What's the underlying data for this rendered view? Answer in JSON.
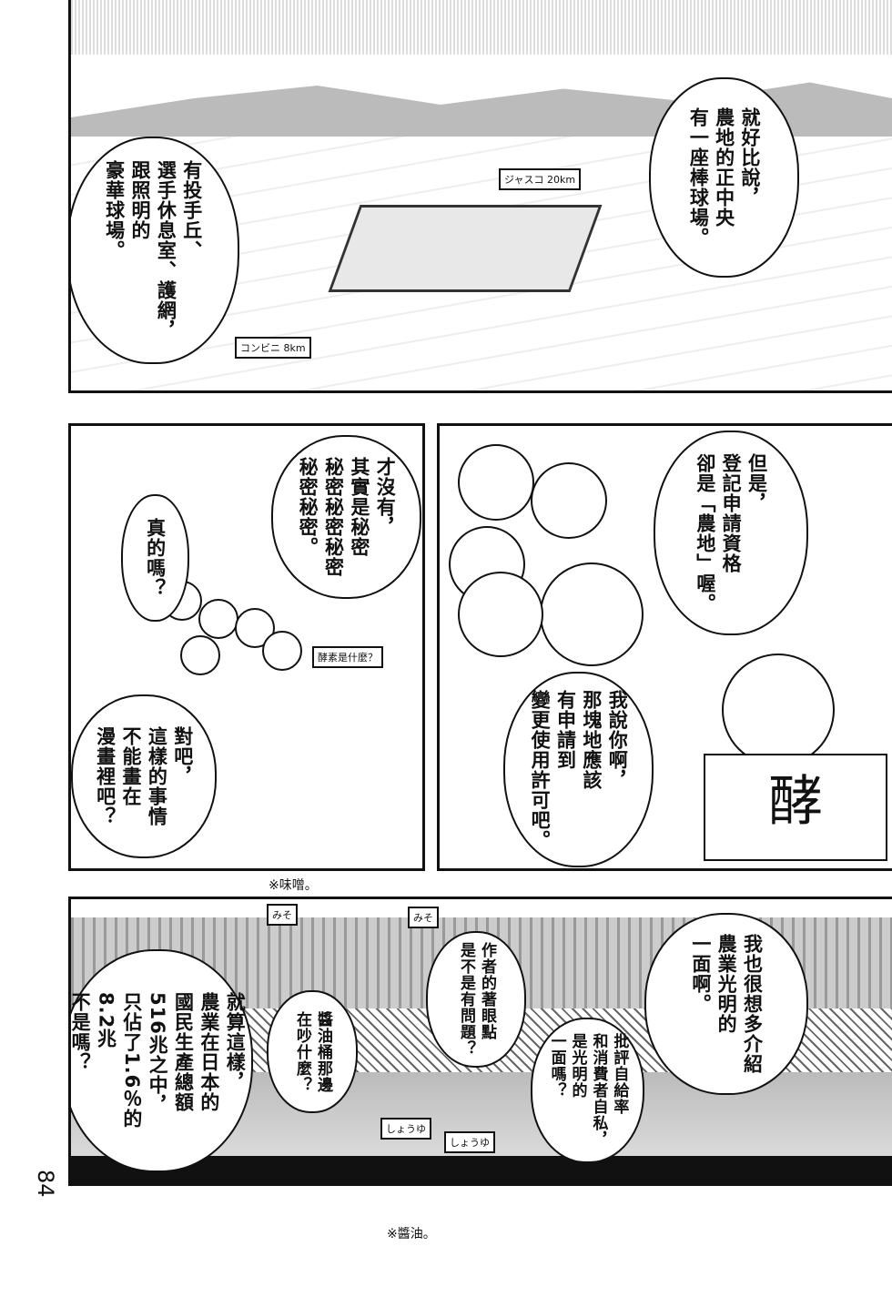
{
  "page_number": "84",
  "panel1": {
    "bubble_right": [
      "就好比說，",
      "農地的正中央",
      "有一座棒球場。"
    ],
    "bubble_left": [
      "有投手丘、",
      "選手休息室、護網，",
      "跟照明的",
      "豪華球場。"
    ],
    "sign_jusco": "ジャスコ 20km",
    "sign_konbini": "コンビニ 8km"
  },
  "panel2": {
    "bubble_top": [
      "但是，",
      "登記申請資格",
      "卻是「農地」喔。"
    ],
    "bubble_bottom": [
      "我說你啊，",
      "那塊地應該",
      "有申請到",
      "變更使用許可吧。"
    ],
    "sign": "酵"
  },
  "panel3": {
    "bubble_top": [
      "才沒有，",
      "其實是秘密",
      "秘密秘密秘密",
      "秘密秘密。"
    ],
    "bubble_small": [
      "真的嗎？"
    ],
    "bubble_bottom": [
      "對吧，",
      "這樣的事情",
      "不能畫在",
      "漫畫裡吧？"
    ],
    "sign": "酵素是什麼？"
  },
  "note_miso": "※味噌。",
  "panel4": {
    "bubble_right": [
      "我也很想多介紹",
      "農業光明的",
      "一面啊。"
    ],
    "bubble_author": [
      "作者的著眼點",
      "是不是有問題？"
    ],
    "bubble_criticism": [
      "批評自給率",
      "和消費者自私，",
      "是光明的",
      "一面嗎？"
    ],
    "bubble_barrel": [
      "醬油桶那邊",
      "在吵什麼？"
    ],
    "bubble_left": [
      "就算這樣，",
      "農業在日本的",
      "國民生產總額",
      "516兆之中，",
      "只佔了1.6％的",
      "8.2兆",
      "不是嗎？"
    ],
    "flags": [
      "みそ",
      "みそ",
      "しょうゆ",
      "しょうゆ"
    ]
  },
  "note_shoyu": "※醬油。"
}
